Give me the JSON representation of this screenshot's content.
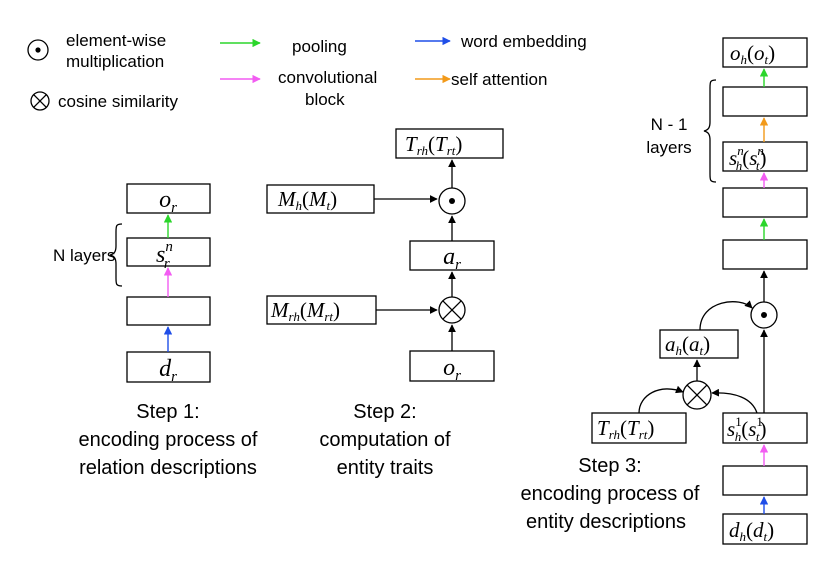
{
  "legend": {
    "elementwise": "element-wise multiplication",
    "elementwise_line1": "element-wise",
    "elementwise_line2": "multiplication",
    "cosine": "cosine similarity",
    "pooling": "pooling",
    "conv": "convolutional block",
    "conv_line1": "convolutional",
    "conv_line2": "block",
    "word_emb": "word embedding",
    "self_att": "self attention"
  },
  "colors": {
    "pooling": "#2bd62b",
    "conv": "#f25cf2",
    "word_embedding": "#1f4ee8",
    "self_attention": "#f29a1a",
    "stroke": "#000000"
  },
  "step1": {
    "caption_lines": [
      "Step 1:",
      "encoding process of",
      "relation descriptions"
    ],
    "layers_label": "N layers"
  },
  "step2": {
    "caption_lines": [
      "Step 2:",
      "computation of",
      "entity traits"
    ]
  },
  "step3": {
    "caption_lines": [
      "Step 3:",
      "encoding process of",
      "entity descriptions"
    ],
    "layers_line1": "N - 1",
    "layers_line2": "layers"
  },
  "symbols": {
    "elementwise": "⊙",
    "cosine": "⊗"
  }
}
